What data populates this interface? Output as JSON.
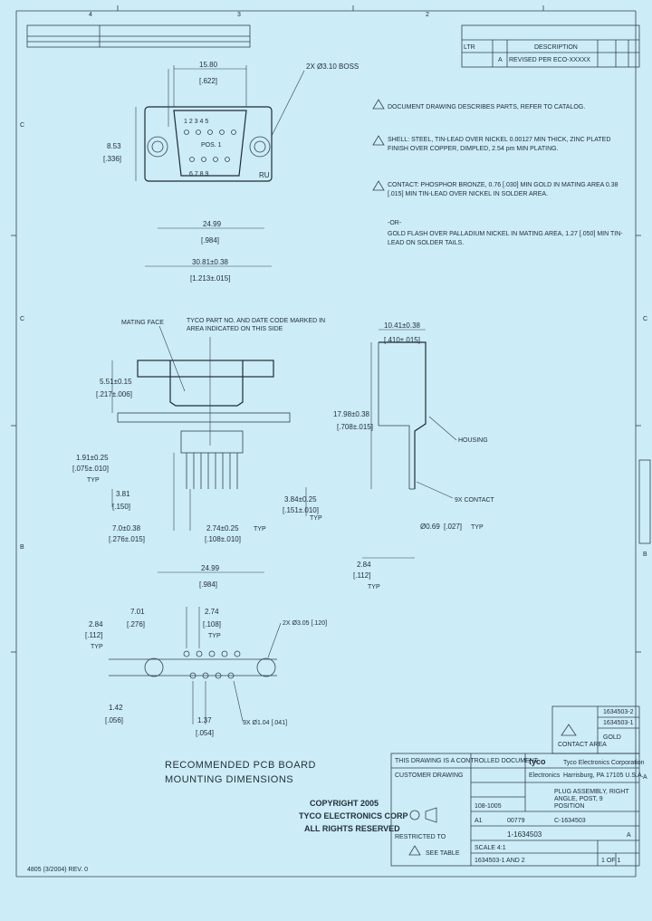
{
  "zones": {
    "top": [
      "4",
      "3",
      "2"
    ],
    "left": [
      "C",
      "C",
      "B"
    ],
    "right": [
      "C",
      "B",
      "A"
    ]
  },
  "revision": {
    "zone_rev": [
      "LTR",
      "DESCRIPTION"
    ],
    "row_ltr": "A",
    "row_desc": "REVISED PER ECO-XXXXX"
  },
  "top_view": {
    "width_mm": "15.80",
    "width_in": "[.622]",
    "height_mm": "8.53",
    "height_in": "[.336]",
    "pin_row1": "1 2 3 4 5",
    "pin_row2": "6 7 8 9",
    "pos_label": "POS. 1",
    "width2_mm": "24.99",
    "width2_in": "[.984]",
    "width3_mm": "30.81±0.38",
    "width3_in": "[1.213±.015]",
    "callout": "2X Ø3.10 BOSS",
    "badge": "RU"
  },
  "notes": [
    "DOCUMENT DRAWING DESCRIBES PARTS, REFER TO CATALOG.",
    "SHELL: STEEL, TIN-LEAD OVER NICKEL 0.00127 MIN THICK, ZINC PLATED FINISH OVER COPPER, DIMPLED, 2.54 pm MIN PLATING.",
    "CONTACT: PHOSPHOR BRONZE, 0.76 [.030] MIN GOLD IN MATING AREA 0.38 [.015] MIN TIN-LEAD OVER NICKEL IN SOLDER AREA.",
    "-OR-",
    "GOLD FLASH OVER PALLADIUM NICKEL IN MATING AREA, 1.27 [.050] MIN TIN-LEAD ON SOLDER TAILS."
  ],
  "side_view": {
    "mating_face": "MATING FACE",
    "tyco_marking": "TYCO PART NO. AND DATE CODE MARKED IN AREA INDICATED ON THIS SIDE",
    "d1_mm": "5.51±0.15",
    "d1_in": "[.217±.006]",
    "d2_mm": "1.91±0.25",
    "d2_in": "[.075±.010]",
    "d2_note": "TYP",
    "d3_mm": "3.81",
    "d3_in": "[.150]",
    "d4_mm": "7.0±0.38",
    "d4_in": "[.276±.015]",
    "d5_mm": "2.74±0.25",
    "d5_in": "[.108±.010]",
    "d5_note": "TYP"
  },
  "end_view": {
    "d1_mm": "10.41±0.38",
    "d1_in": "[.410±.015]",
    "d2_mm": "17.98±0.38",
    "d2_in": "[.708±.015]",
    "housing": "HOUSING",
    "contact": "9X CONTACT",
    "d3_mm": "Ø0.69",
    "d3_in": "[.027]",
    "d3_note": "TYP",
    "d4_mm": "3.84±0.25",
    "d4_in": "[.151±.010]",
    "d4_note": "TYP",
    "d5_mm": "2.84",
    "d5_in": "[.112]",
    "d5_note": "TYP"
  },
  "pcb": {
    "width_mm": "24.99",
    "width_in": "[.984]",
    "d1_mm": "7.01",
    "d1_in": "[.276]",
    "d2_mm": "2.74",
    "d2_in": "[.108]",
    "d2_note": "TYP",
    "d3_mm": "2.84",
    "d3_in": "[.112]",
    "d3_note": "TYP",
    "d4_mm": "1.42",
    "d4_in": "[.056]",
    "d5_mm": "1.37",
    "d5_in": "[.054]",
    "hole_big": "2X Ø3.05 [.120]",
    "hole_small": "9X Ø1.04 [.041]",
    "title1": "RECOMMENDED PCB BOARD",
    "title2": "MOUNTING DIMENSIONS"
  },
  "copyright": [
    "COPYRIGHT 2005",
    "TYCO ELECTRONICS CORP",
    "ALL RIGHTS RESERVED"
  ],
  "title_block": {
    "customer_drawing": "CUSTOMER DRAWING",
    "proprietary": "THIS DRAWING IS A CONTROLLED DOCUMENT",
    "company": "tyco",
    "company2": "Electronics",
    "company_city": "Tyco Electronics Corporation",
    "company_addr": "Harrisburg, PA 17105 U.S.A.",
    "part_desc1": "PLUG ASSEMBLY, RIGHT",
    "part_desc2": "ANGLE, POST, 9",
    "part_desc3": "POSITION",
    "dwg_no": "1-1634503",
    "dwg_no_small": "C-1634503",
    "spec": "108-1005",
    "size": "A1",
    "cage": "00779",
    "sheet": "1 OF 1",
    "rev": "A",
    "scale": "SCALE 4:1",
    "part_list": "1634503-2",
    "part_list2": "1634503-1",
    "contact_area": "CONTACT AREA",
    "gold": "GOLD",
    "see_table": "SEE TABLE",
    "restricted": "RESTRICTED TO",
    "bottom_id": "1634503-1 AND 2"
  },
  "footer": "4805 (3/2004) REV. 0"
}
